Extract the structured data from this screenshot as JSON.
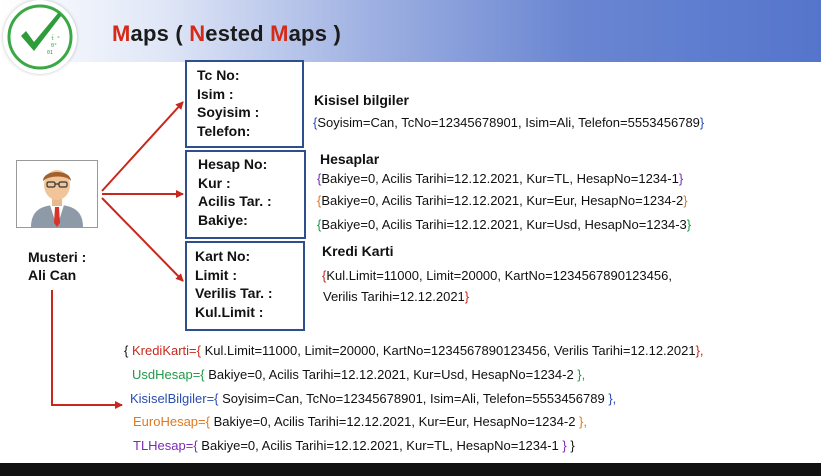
{
  "header": {
    "title_parts": [
      {
        "text": "M",
        "color": "red"
      },
      {
        "text": "aps ( ",
        "color": "dark"
      },
      {
        "text": "N",
        "color": "red"
      },
      {
        "text": "ested ",
        "color": "dark"
      },
      {
        "text": "M",
        "color": "red"
      },
      {
        "text": "aps )",
        "color": "dark"
      }
    ],
    "logo_text": [
      "t́ °",
      "01",
      "0°"
    ]
  },
  "customer": {
    "line1": "Musteri :",
    "line2": "Ali Can"
  },
  "boxes": {
    "kisisel": [
      "Tc No:",
      "Isim :",
      "Soyisim :",
      "Telefon:"
    ],
    "hesap": [
      "Hesap No:",
      "Kur :",
      "Acilis Tar. :",
      "Bakiye:"
    ],
    "kart": [
      "Kart No:",
      "Limit :",
      "Verilis Tar. :",
      "Kul.Limit :"
    ]
  },
  "sections": {
    "kisisel": {
      "title": "Kisisel bilgiler",
      "open": "{",
      "body": "Soyisim=Can, TcNo=12345678901, Isim=Ali, Telefon=5553456789",
      "close": "}"
    },
    "hesaplar": {
      "title": "Hesaplar",
      "lines": [
        {
          "open": "{",
          "body": "Bakiye=0, Acilis Tarihi=12.12.2021, Kur=TL, HesapNo=1234-1",
          "close": "}"
        },
        {
          "open": "{",
          "body": "Bakiye=0, Acilis Tarihi=12.12.2021, Kur=Eur, HesapNo=1234-2",
          "close": "}"
        },
        {
          "open": "{",
          "body": "Bakiye=0, Acilis Tarihi=12.12.2021, Kur=Usd, HesapNo=1234-3",
          "close": "}"
        }
      ]
    },
    "kredi": {
      "title": "Kredi Karti",
      "open": "{",
      "line1": "Kul.Limit=11000, Limit=20000, KartNo=1234567890123456,",
      "line2": "Verilis Tarihi=12.12.2021",
      "close": "}"
    }
  },
  "nested": {
    "brace_open": "{",
    "brace_close": "}",
    "lines": [
      {
        "key": "KrediKarti",
        "eq": "={",
        "body": " Kul.Limit=11000, Limit=20000, KartNo=1234567890123456, Verilis Tarihi=12.12.2021",
        "end": "},"
      },
      {
        "key": "UsdHesap",
        "eq": "={",
        "body": " Bakiye=0, Acilis Tarihi=12.12.2021, Kur=Usd, HesapNo=1234-2",
        "end": " },"
      },
      {
        "key": "KisiselBilgiler",
        "eq": "={",
        "body": " Soyisim=Can, TcNo=12345678901, Isim=Ali, Telefon=5553456789",
        "end": " },"
      },
      {
        "key": "EuroHesap",
        "eq": "={",
        "body": " Bakiye=0, Acilis Tarihi=12.12.2021, Kur=Eur, HesapNo=1234-2",
        "end": " },"
      },
      {
        "key": "TLHesap",
        "eq": "={",
        "body": "  Bakiye=0, Acilis Tarihi=12.12.2021, Kur=TL, HesapNo=1234-1",
        "end": " }"
      }
    ]
  },
  "colors": {
    "red": "#d52a18",
    "dark": "#1b1b1b",
    "arrow": "#c8281c",
    "box_border": "#2f4e8e",
    "kredi_key": "#c8281c",
    "usd_key": "#1e9a48",
    "kisisel_key": "#2a4db0",
    "euro_key": "#e07820",
    "tl_key": "#7a2ab8"
  }
}
